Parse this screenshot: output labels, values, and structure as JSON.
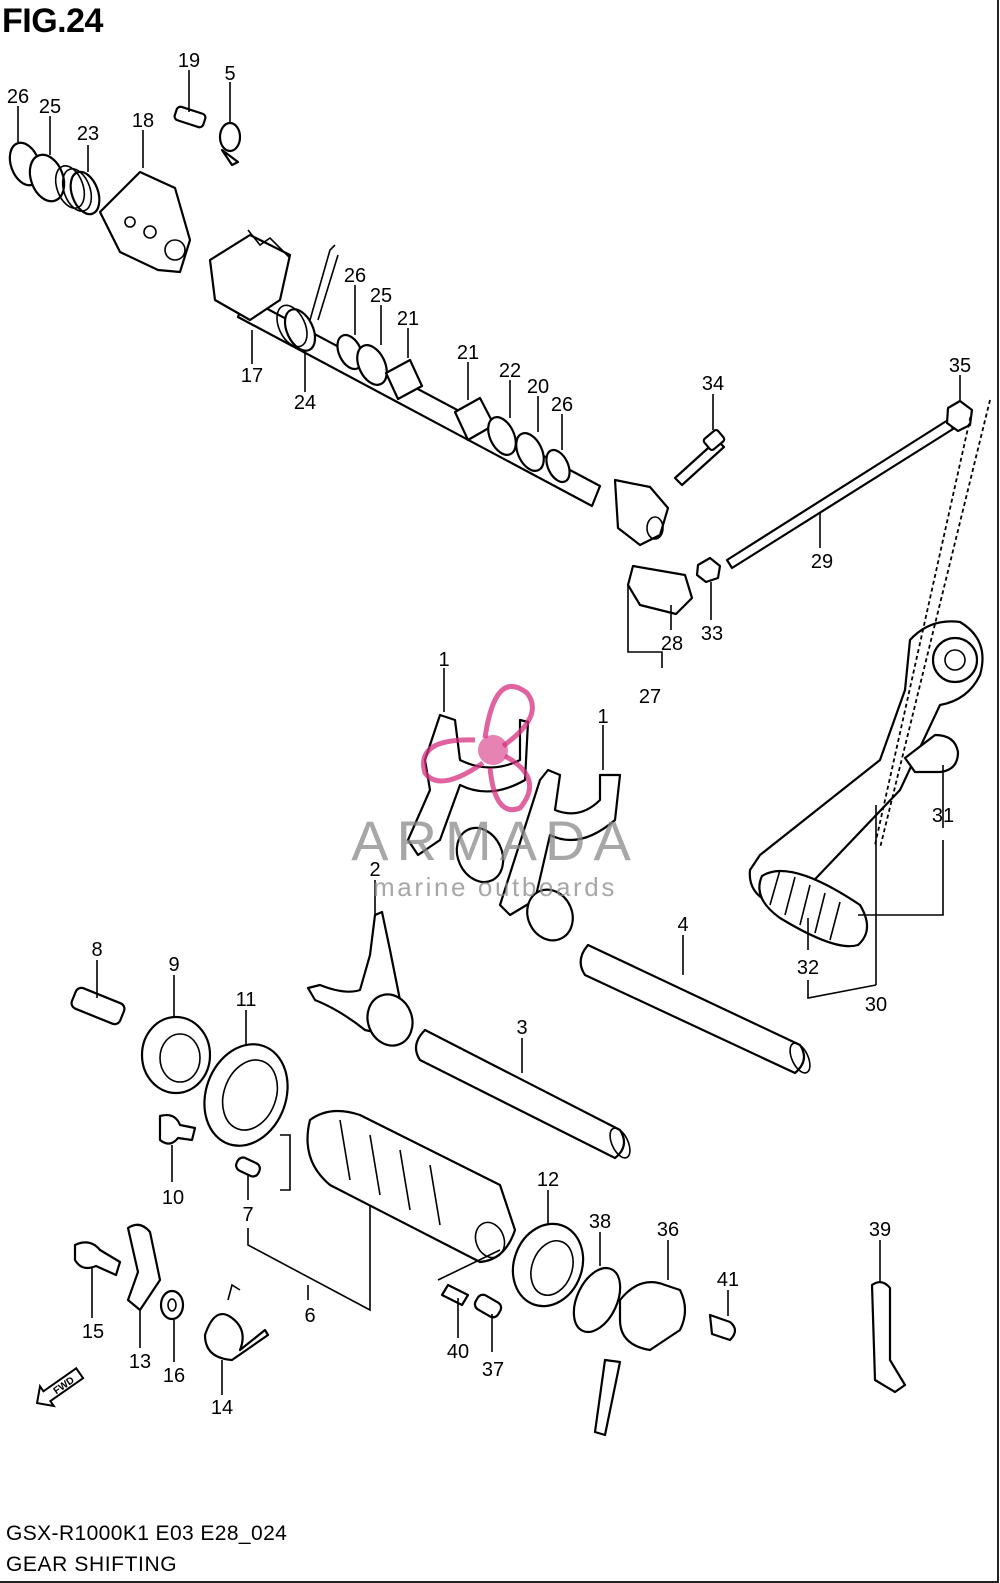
{
  "header": {
    "figure_title": "FIG.24"
  },
  "footer": {
    "model_code": "GSX-R1000K1 E03 E28_024",
    "section_name": "GEAR SHIFTING"
  },
  "watermark": {
    "brand": "ARMADA",
    "tagline": "marine outboards",
    "color": "#d6307f"
  },
  "fwd_label": "FWD",
  "callouts": {
    "c1a": "1",
    "c1b": "1",
    "c2": "2",
    "c3": "3",
    "c4": "4",
    "c5": "5",
    "c6": "6",
    "c7": "7",
    "c8": "8",
    "c9": "9",
    "c10": "10",
    "c11": "11",
    "c12": "12",
    "c13": "13",
    "c14": "14",
    "c15": "15",
    "c16": "16",
    "c17": "17",
    "c18": "18",
    "c19": "19",
    "c20": "20",
    "c21a": "21",
    "c21b": "21",
    "c22": "22",
    "c23": "23",
    "c24": "24",
    "c25a": "25",
    "c25b": "25",
    "c26a": "26",
    "c26b": "26",
    "c26c": "26",
    "c27": "27",
    "c28": "28",
    "c29": "29",
    "c30": "30",
    "c31": "31",
    "c32": "32",
    "c33": "33",
    "c34": "34",
    "c35": "35",
    "c36": "36",
    "c37": "37",
    "c38": "38",
    "c39": "39",
    "c40": "40",
    "c41": "41"
  }
}
